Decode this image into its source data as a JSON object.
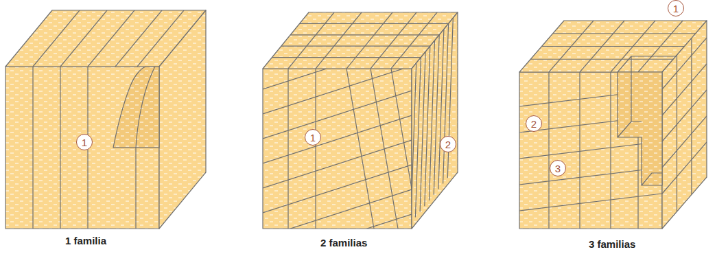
{
  "diagram": {
    "nodes": [
      {
        "text": [
          "1"
        ]
      },
      {
        "text": [
          "1"
        ]
      },
      {
        "text": [
          "2"
        ]
      },
      {
        "text": [
          "1"
        ]
      },
      {
        "text": [
          "2"
        ]
      },
      {
        "text": [
          "3"
        ]
      }
    ],
    "labels": [
      "1 familia",
      "2 familias",
      "3 familias"
    ]
  }
}
